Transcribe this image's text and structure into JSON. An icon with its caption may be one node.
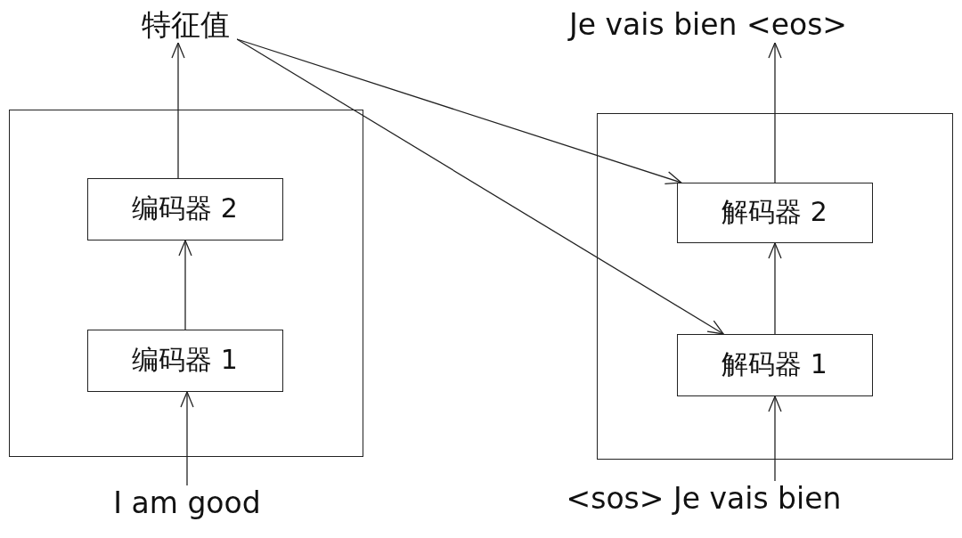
{
  "diagram": {
    "nodes": [
      {
        "text": [],
        "shape": "box"
      },
      {
        "text": [
          "编码器 2"
        ],
        "in": 0
      },
      {
        "text": [
          "编码器 1"
        ],
        "in": 0
      },
      {
        "text": [
          "I am good"
        ]
      },
      {
        "text": [
          "特征值"
        ]
      },
      {
        "text": [],
        "shape": "box"
      },
      {
        "text": [
          "解码器 2"
        ],
        "in": 5
      },
      {
        "text": [
          "解码器 1"
        ],
        "in": 5
      },
      {
        "text": [
          "<sos> Je vais bien"
        ]
      },
      {
        "text": [
          "Je vais bien <eos>"
        ]
      }
    ],
    "edges": [
      {
        "from": 3,
        "to": 2,
        "arrow": "to"
      },
      {
        "from": 2,
        "to": 1,
        "arrow": "to"
      },
      {
        "from": 1,
        "to": 4,
        "arrow": "to"
      },
      {
        "from": 4,
        "to": 6,
        "arrow": "to"
      },
      {
        "from": 4,
        "to": 7,
        "arrow": "to"
      },
      {
        "from": 8,
        "to": 7,
        "arrow": "to"
      },
      {
        "from": 7,
        "to": 6,
        "arrow": "to"
      },
      {
        "from": 6,
        "to": 9,
        "arrow": "to"
      }
    ]
  }
}
